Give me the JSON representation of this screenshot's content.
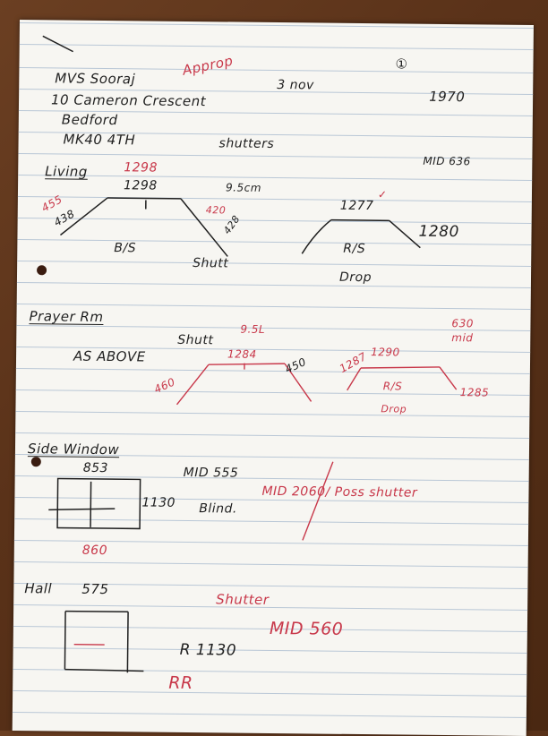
{
  "header": {
    "customer_name": "MVS Sooraj",
    "address_line1": "10 Cameron Crescent",
    "address_line2": "Bedford",
    "postcode": "MK40 4TH",
    "appt_mark": "Approp",
    "date": "3 nov",
    "circle_mark": "①",
    "ref_number": "1970",
    "product": "shutters",
    "mid_note": "MID 636"
  },
  "living": {
    "heading": "Living",
    "top_red": "1298",
    "top_black": "1298",
    "depth": "9.5cm",
    "left_red": "455",
    "left_black": "438",
    "right_red": "420",
    "right_black": "428",
    "label_bs": "B/S",
    "label_shutt": "Shutt",
    "bay2_top": "1277",
    "bay2_right": "1280",
    "bay2_rs": "R/S",
    "bay2_drop": "Drop"
  },
  "prayer": {
    "heading": "Prayer Rm",
    "shutt": "Shutt",
    "depth": "9.5L",
    "as_above": "AS ABOVE",
    "top": "1284",
    "left": "460",
    "right": "450",
    "mid_red": "630 mid",
    "bay2_left": "1287",
    "bay2_top": "1290",
    "bay2_right": "1285",
    "bay2_rs": "R/S",
    "bay2_drop": "Drop"
  },
  "side": {
    "heading": "Side Window",
    "width_top": "853",
    "height": "1130",
    "width_bottom": "860",
    "mid": "MID 555",
    "blind": "Blind.",
    "red_note": "MID 2060/ Poss shutter"
  },
  "hall": {
    "heading": "Hall",
    "width": "575",
    "shutter": "Shutter",
    "mid": "MID 560",
    "r_height": "R 1130",
    "rr": "RR"
  },
  "colors": {
    "pen_black": "#1f1f1f",
    "pen_red": "#c8384a",
    "paper": "#f7f6f2",
    "rule_lines": "#b9c7d6",
    "desk": "#5a3219"
  }
}
